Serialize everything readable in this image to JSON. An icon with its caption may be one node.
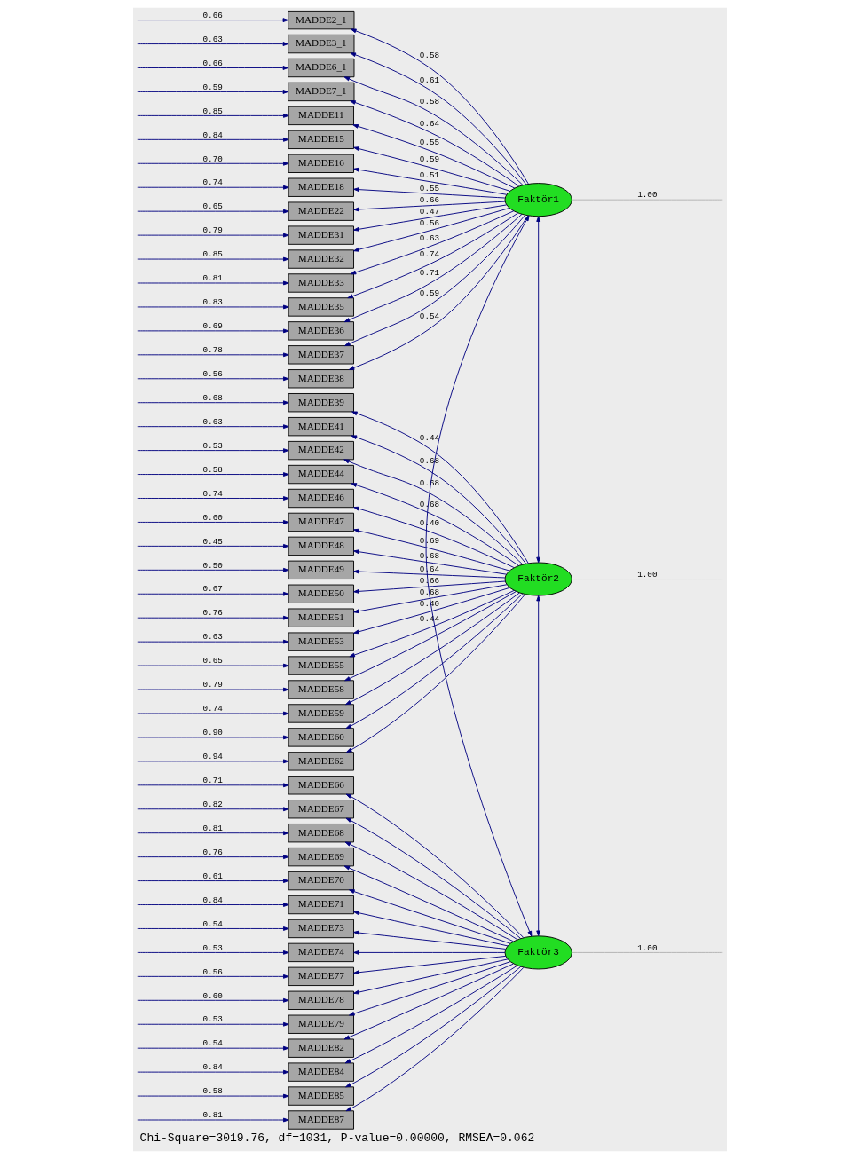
{
  "diagram": {
    "caption": "Chi-Square=3019.76, df=1031, P-value=0.00000, RMSEA=0.062",
    "nodes": [
      {
        "text": [
          "MADDE2_1"
        ]
      },
      {
        "text": [
          "MADDE3_1"
        ]
      },
      {
        "text": [
          "MADDE6_1"
        ]
      },
      {
        "text": [
          "MADDE7_1"
        ]
      },
      {
        "text": [
          "MADDE11"
        ]
      },
      {
        "text": [
          "MADDE15"
        ]
      },
      {
        "text": [
          "MADDE16"
        ]
      },
      {
        "text": [
          "MADDE18"
        ]
      },
      {
        "text": [
          "MADDE22"
        ]
      },
      {
        "text": [
          "MADDE31"
        ]
      },
      {
        "text": [
          "MADDE32"
        ]
      },
      {
        "text": [
          "MADDE33"
        ]
      },
      {
        "text": [
          "MADDE35"
        ]
      },
      {
        "text": [
          "MADDE36"
        ]
      },
      {
        "text": [
          "MADDE37"
        ]
      },
      {
        "text": [
          "MADDE38"
        ]
      },
      {
        "text": [
          "MADDE39"
        ]
      },
      {
        "text": [
          "MADDE41"
        ]
      },
      {
        "text": [
          "MADDE42"
        ]
      },
      {
        "text": [
          "MADDE44"
        ]
      },
      {
        "text": [
          "MADDE46"
        ]
      },
      {
        "text": [
          "MADDE47"
        ]
      },
      {
        "text": [
          "MADDE48"
        ]
      },
      {
        "text": [
          "MADDE49"
        ]
      },
      {
        "text": [
          "MADDE50"
        ]
      },
      {
        "text": [
          "MADDE51"
        ]
      },
      {
        "text": [
          "MADDE53"
        ]
      },
      {
        "text": [
          "MADDE55"
        ]
      },
      {
        "text": [
          "MADDE58"
        ]
      },
      {
        "text": [
          "MADDE59"
        ]
      },
      {
        "text": [
          "MADDE60"
        ]
      },
      {
        "text": [
          "MADDE62"
        ]
      },
      {
        "text": [
          "MADDE66"
        ]
      },
      {
        "text": [
          "MADDE67"
        ]
      },
      {
        "text": [
          "MADDE68"
        ]
      },
      {
        "text": [
          "MADDE69"
        ]
      },
      {
        "text": [
          "MADDE70"
        ]
      },
      {
        "text": [
          "MADDE71"
        ]
      },
      {
        "text": [
          "MADDE73"
        ]
      },
      {
        "text": [
          "MADDE74"
        ]
      },
      {
        "text": [
          "MADDE77"
        ]
      },
      {
        "text": [
          "MADDE78"
        ]
      },
      {
        "text": [
          "MADDE79"
        ]
      },
      {
        "text": [
          "MADDE82"
        ]
      },
      {
        "text": [
          "MADDE84"
        ]
      },
      {
        "text": [
          "MADDE85"
        ]
      },
      {
        "text": [
          "MADDE87"
        ]
      },
      {
        "text": [
          "Faktör1"
        ]
      },
      {
        "text": [
          "Faktör2"
        ]
      },
      {
        "text": [
          "Faktör3"
        ]
      }
    ],
    "edges": [
      {
        "from": null,
        "to": 0,
        "arrow": "to",
        "label": "0.66"
      },
      {
        "from": null,
        "to": 1,
        "arrow": "to",
        "label": "0.63"
      },
      {
        "from": null,
        "to": 2,
        "arrow": "to",
        "label": "0.66"
      },
      {
        "from": null,
        "to": 3,
        "arrow": "to",
        "label": "0.59"
      },
      {
        "from": null,
        "to": 4,
        "arrow": "to",
        "label": "0.85"
      },
      {
        "from": null,
        "to": 5,
        "arrow": "to",
        "label": "0.84"
      },
      {
        "from": null,
        "to": 6,
        "arrow": "to",
        "label": "0.70"
      },
      {
        "from": null,
        "to": 7,
        "arrow": "to",
        "label": "0.74"
      },
      {
        "from": null,
        "to": 8,
        "arrow": "to",
        "label": "0.65"
      },
      {
        "from": null,
        "to": 9,
        "arrow": "to",
        "label": "0.79"
      },
      {
        "from": null,
        "to": 10,
        "arrow": "to",
        "label": "0.85"
      },
      {
        "from": null,
        "to": 11,
        "arrow": "to",
        "label": "0.81"
      },
      {
        "from": null,
        "to": 12,
        "arrow": "to",
        "label": "0.83"
      },
      {
        "from": null,
        "to": 13,
        "arrow": "to",
        "label": "0.69"
      },
      {
        "from": null,
        "to": 14,
        "arrow": "to",
        "label": "0.78"
      },
      {
        "from": null,
        "to": 15,
        "arrow": "to",
        "label": "0.56"
      },
      {
        "from": null,
        "to": 16,
        "arrow": "to",
        "label": "0.68"
      },
      {
        "from": null,
        "to": 17,
        "arrow": "to",
        "label": "0.63"
      },
      {
        "from": null,
        "to": 18,
        "arrow": "to",
        "label": "0.53"
      },
      {
        "from": null,
        "to": 19,
        "arrow": "to",
        "label": "0.58"
      },
      {
        "from": null,
        "to": 20,
        "arrow": "to",
        "label": "0.74"
      },
      {
        "from": null,
        "to": 21,
        "arrow": "to",
        "label": "0.60"
      },
      {
        "from": null,
        "to": 22,
        "arrow": "to",
        "label": "0.45"
      },
      {
        "from": null,
        "to": 23,
        "arrow": "to",
        "label": "0.50"
      },
      {
        "from": null,
        "to": 24,
        "arrow": "to",
        "label": "0.67"
      },
      {
        "from": null,
        "to": 25,
        "arrow": "to",
        "label": "0.76"
      },
      {
        "from": null,
        "to": 26,
        "arrow": "to",
        "label": "0.63"
      },
      {
        "from": null,
        "to": 27,
        "arrow": "to",
        "label": "0.65"
      },
      {
        "from": null,
        "to": 28,
        "arrow": "to",
        "label": "0.79"
      },
      {
        "from": null,
        "to": 29,
        "arrow": "to",
        "label": "0.74"
      },
      {
        "from": null,
        "to": 30,
        "arrow": "to",
        "label": "0.90"
      },
      {
        "from": null,
        "to": 31,
        "arrow": "to",
        "label": "0.94"
      },
      {
        "from": null,
        "to": 32,
        "arrow": "to",
        "label": "0.71"
      },
      {
        "from": null,
        "to": 33,
        "arrow": "to",
        "label": "0.82"
      },
      {
        "from": null,
        "to": 34,
        "arrow": "to",
        "label": "0.81"
      },
      {
        "from": null,
        "to": 35,
        "arrow": "to",
        "label": "0.76"
      },
      {
        "from": null,
        "to": 36,
        "arrow": "to",
        "label": "0.61"
      },
      {
        "from": null,
        "to": 37,
        "arrow": "to",
        "label": "0.84"
      },
      {
        "from": null,
        "to": 38,
        "arrow": "to",
        "label": "0.54"
      },
      {
        "from": null,
        "to": 39,
        "arrow": "to",
        "label": "0.53"
      },
      {
        "from": null,
        "to": 40,
        "arrow": "to",
        "label": "0.56"
      },
      {
        "from": null,
        "to": 41,
        "arrow": "to",
        "label": "0.60"
      },
      {
        "from": null,
        "to": 42,
        "arrow": "to",
        "label": "0.53"
      },
      {
        "from": null,
        "to": 43,
        "arrow": "to",
        "label": "0.54"
      },
      {
        "from": null,
        "to": 44,
        "arrow": "to",
        "label": "0.84"
      },
      {
        "from": null,
        "to": 45,
        "arrow": "to",
        "label": "0.58"
      },
      {
        "from": null,
        "to": 46,
        "arrow": "to",
        "label": "0.81"
      },
      {
        "from": 47,
        "to": 0,
        "arrow": "to",
        "label": "0.58"
      },
      {
        "from": 47,
        "to": 1,
        "arrow": "to",
        "label": "0.61"
      },
      {
        "from": 47,
        "to": 2,
        "arrow": "to",
        "label": "0.58"
      },
      {
        "from": 47,
        "to": 3,
        "arrow": "to",
        "label": "0.64"
      },
      {
        "from": 47,
        "to": 4,
        "arrow": "to",
        "label": "0.55"
      },
      {
        "from": 47,
        "to": 5,
        "arrow": "to",
        "label": "0.59"
      },
      {
        "from": 47,
        "to": 6,
        "arrow": "to",
        "label": "0.51"
      },
      {
        "from": 47,
        "to": 7,
        "arrow": "to",
        "label": "0.55"
      },
      {
        "from": 47,
        "to": 8,
        "arrow": "to",
        "label": "0.66"
      },
      {
        "from": 47,
        "to": 9,
        "arrow": "to",
        "label": "0.47"
      },
      {
        "from": 47,
        "to": 10,
        "arrow": "to",
        "label": "0.56"
      },
      {
        "from": 47,
        "to": 11,
        "arrow": "to",
        "label": "0.63"
      },
      {
        "from": 47,
        "to": 12,
        "arrow": "to",
        "label": "0.74"
      },
      {
        "from": 47,
        "to": 13,
        "arrow": "to",
        "label": "0.71"
      },
      {
        "from": 47,
        "to": 14,
        "arrow": "to",
        "label": "0.59"
      },
      {
        "from": 47,
        "to": 15,
        "arrow": "to",
        "label": "0.54"
      },
      {
        "from": 48,
        "to": 16,
        "arrow": "to",
        "label": "0.44"
      },
      {
        "from": 48,
        "to": 17,
        "arrow": "to",
        "label": "0.68"
      },
      {
        "from": 48,
        "to": 18,
        "arrow": "to",
        "label": "0.68"
      },
      {
        "from": 48,
        "to": 19,
        "arrow": "to",
        "label": "0.68"
      },
      {
        "from": 48,
        "to": 20,
        "arrow": "to",
        "label": "0.40"
      },
      {
        "from": 48,
        "to": 21,
        "arrow": "to",
        "label": "0.69"
      },
      {
        "from": 48,
        "to": 22,
        "arrow": "to",
        "label": "0.68"
      },
      {
        "from": 48,
        "to": 23,
        "arrow": "to",
        "label": "0.64"
      },
      {
        "from": 48,
        "to": 24,
        "arrow": "to",
        "label": "0.66"
      },
      {
        "from": 48,
        "to": 25,
        "arrow": "to",
        "label": "0.68"
      },
      {
        "from": 48,
        "to": 26,
        "arrow": "to",
        "label": "0.40"
      },
      {
        "from": 48,
        "to": 27,
        "arrow": "to",
        "label": "0.44"
      },
      {
        "from": 48,
        "to": 28,
        "arrow": "to"
      },
      {
        "from": 48,
        "to": 29,
        "arrow": "to"
      },
      {
        "from": 48,
        "to": 30,
        "arrow": "to"
      },
      {
        "from": 48,
        "to": 31,
        "arrow": "to"
      },
      {
        "from": 49,
        "to": 32,
        "arrow": "to"
      },
      {
        "from": 49,
        "to": 33,
        "arrow": "to"
      },
      {
        "from": 49,
        "to": 34,
        "arrow": "to"
      },
      {
        "from": 49,
        "to": 35,
        "arrow": "to"
      },
      {
        "from": 49,
        "to": 36,
        "arrow": "to"
      },
      {
        "from": 49,
        "to": 37,
        "arrow": "to"
      },
      {
        "from": 49,
        "to": 38,
        "arrow": "to"
      },
      {
        "from": 49,
        "to": 39,
        "arrow": "to"
      },
      {
        "from": 49,
        "to": 40,
        "arrow": "to"
      },
      {
        "from": 49,
        "to": 41,
        "arrow": "to"
      },
      {
        "from": 49,
        "to": 42,
        "arrow": "to"
      },
      {
        "from": 49,
        "to": 43,
        "arrow": "to"
      },
      {
        "from": 49,
        "to": 44,
        "arrow": "to"
      },
      {
        "from": 49,
        "to": 45,
        "arrow": "to"
      },
      {
        "from": 49,
        "to": 46,
        "arrow": "to"
      },
      {
        "from": 47,
        "to": null,
        "arrow": "none",
        "label": "1.00",
        "color": "#b0b0b0"
      },
      {
        "from": 48,
        "to": null,
        "arrow": "none",
        "label": "1.00",
        "color": "#b0b0b0"
      },
      {
        "from": 49,
        "to": null,
        "arrow": "none",
        "label": "1.00",
        "color": "#b0b0b0"
      },
      {
        "from": 47,
        "to": 48,
        "arrow": "both"
      },
      {
        "from": 48,
        "to": 49,
        "arrow": "both"
      },
      {
        "from": 47,
        "to": 49,
        "arrow": "both"
      }
    ]
  }
}
